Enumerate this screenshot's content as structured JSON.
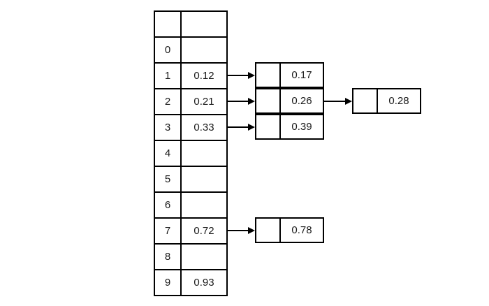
{
  "diagram": {
    "kind": "hash-table-with-chaining",
    "colors": {
      "line": "#000000",
      "background": "#ffffff",
      "text": "#1a1a1a"
    },
    "table": {
      "rows": [
        {
          "index": "",
          "value": ""
        },
        {
          "index": "0",
          "value": ""
        },
        {
          "index": "1",
          "value": "0.12"
        },
        {
          "index": "2",
          "value": "0.21"
        },
        {
          "index": "3",
          "value": "0.33"
        },
        {
          "index": "4",
          "value": ""
        },
        {
          "index": "5",
          "value": ""
        },
        {
          "index": "6",
          "value": ""
        },
        {
          "index": "7",
          "value": "0.72"
        },
        {
          "index": "8",
          "value": ""
        },
        {
          "index": "9",
          "value": "0.93"
        }
      ]
    },
    "chains": [
      {
        "bucket": "1",
        "values": [
          "0.17"
        ]
      },
      {
        "bucket": "2",
        "values": [
          "0.26",
          "0.28"
        ]
      },
      {
        "bucket": "3",
        "values": [
          "0.39"
        ]
      },
      {
        "bucket": "7",
        "values": [
          "0.78"
        ]
      }
    ]
  }
}
